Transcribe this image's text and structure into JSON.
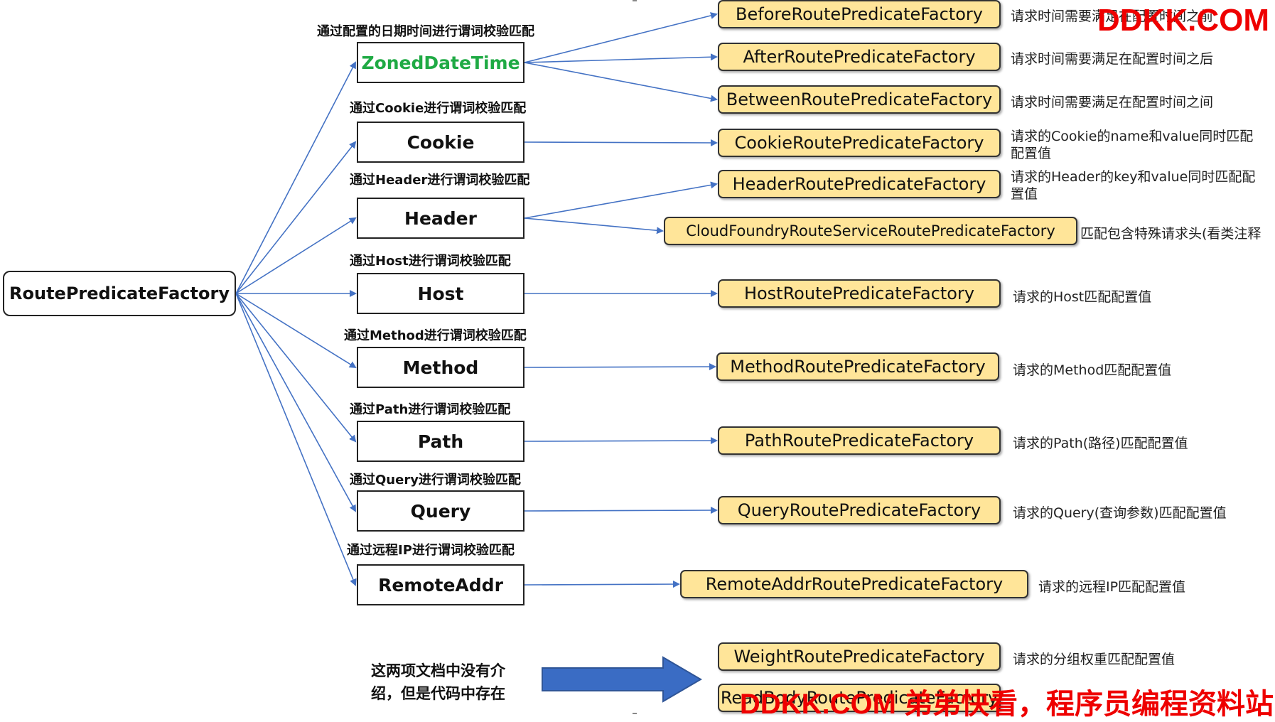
{
  "root": {
    "label": "RoutePredicateFactory"
  },
  "categories": [
    {
      "label": "ZonedDateTime",
      "caption": "通过配置的日期时间进行谓词校验匹配"
    },
    {
      "label": "Cookie",
      "caption": "通过Cookie进行谓词校验匹配"
    },
    {
      "label": "Header",
      "caption": "通过Header进行谓词校验匹配"
    },
    {
      "label": "Host",
      "caption": "通过Host进行谓词校验匹配"
    },
    {
      "label": "Method",
      "caption": "通过Method进行谓词校验匹配"
    },
    {
      "label": "Path",
      "caption": "通过Path进行谓词校验匹配"
    },
    {
      "label": "Query",
      "caption": "通过Query进行谓词校验匹配"
    },
    {
      "label": "RemoteAddr",
      "caption": "通过远程IP进行谓词校验匹配"
    }
  ],
  "factories": [
    {
      "label": "BeforeRoutePredicateFactory",
      "desc": "请求时间需要满足在配置时间之前"
    },
    {
      "label": "AfterRoutePredicateFactory",
      "desc": "请求时间需要满足在配置时间之后"
    },
    {
      "label": "BetweenRoutePredicateFactory",
      "desc": "请求时间需要满足在配置时间之间"
    },
    {
      "label": "CookieRoutePredicateFactory",
      "desc": "请求的Cookie的name和value同时匹配配置值"
    },
    {
      "label": "HeaderRoutePredicateFactory",
      "desc": "请求的Header的key和value同时匹配配置值"
    },
    {
      "label": "CloudFoundryRouteServiceRoutePredicateFactory",
      "desc": "匹配包含特殊请求头(看类注释"
    },
    {
      "label": "HostRoutePredicateFactory",
      "desc": "请求的Host匹配配置值"
    },
    {
      "label": "MethodRoutePredicateFactory",
      "desc": "请求的Method匹配配置值"
    },
    {
      "label": "PathRoutePredicateFactory",
      "desc": "请求的Path(路径)匹配配置值"
    },
    {
      "label": "QueryRoutePredicateFactory",
      "desc": "请求的Query(查询参数)匹配配置值"
    },
    {
      "label": "RemoteAddrRoutePredicateFactory",
      "desc": "请求的远程IP匹配配置值"
    },
    {
      "label": "WeightRoutePredicateFactory",
      "desc": "请求的分组权重匹配配置值"
    },
    {
      "label": "ReadBodyRoutePredicateFactory",
      "desc": ""
    }
  ],
  "note": {
    "text": "这两项文档中没有介绍，但是代码中存在"
  },
  "watermarks": {
    "top": "DDKK.COM",
    "bottom": "DDKK.COM 弟弟快看，程序员编程资料站"
  },
  "colors": {
    "factory_fill": "#ffe599",
    "connector": "#4472c4",
    "arrow": "#4472c4",
    "zoned_text": "#1faa44",
    "watermark": "#ee0000"
  }
}
